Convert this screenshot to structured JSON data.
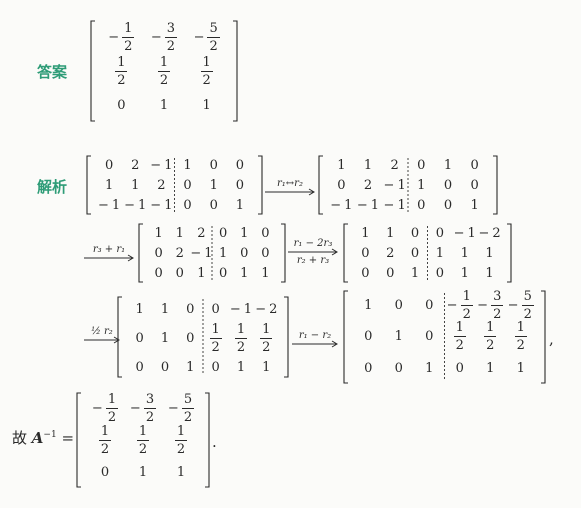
{
  "labels": {
    "answer": "答案",
    "analysis": "解析"
  },
  "conclusion": {
    "prefix": "故 ",
    "symbol": "A",
    "exponent": "−1",
    "equals": " =",
    "period": "."
  },
  "punctuation": {
    "comma": ","
  },
  "answer_matrix": [
    [
      "-1/2",
      "-3/2",
      "-5/2"
    ],
    [
      "1/2",
      "1/2",
      "1/2"
    ],
    [
      "0",
      "1",
      "1"
    ]
  ],
  "steps": [
    {
      "rows": [
        [
          "0",
          "2",
          "-1",
          "1",
          "0",
          "0"
        ],
        [
          "1",
          "1",
          "2",
          "0",
          "1",
          "0"
        ],
        [
          "-1",
          "-1",
          "-1",
          "0",
          "0",
          "1"
        ]
      ]
    },
    {
      "rows": [
        [
          "1",
          "1",
          "2",
          "0",
          "1",
          "0"
        ],
        [
          "0",
          "2",
          "-1",
          "1",
          "0",
          "0"
        ],
        [
          "-1",
          "-1",
          "-1",
          "0",
          "0",
          "1"
        ]
      ]
    },
    {
      "rows": [
        [
          "1",
          "1",
          "2",
          "0",
          "1",
          "0"
        ],
        [
          "0",
          "2",
          "-1",
          "1",
          "0",
          "0"
        ],
        [
          "0",
          "0",
          "1",
          "0",
          "1",
          "1"
        ]
      ]
    },
    {
      "rows": [
        [
          "1",
          "1",
          "0",
          "0",
          "-1",
          "-2"
        ],
        [
          "0",
          "2",
          "0",
          "1",
          "1",
          "1"
        ],
        [
          "0",
          "0",
          "1",
          "0",
          "1",
          "1"
        ]
      ]
    },
    {
      "rows": [
        [
          "1",
          "1",
          "0",
          "0",
          "-1",
          "-2"
        ],
        [
          "0",
          "1",
          "0",
          "1/2",
          "1/2",
          "1/2"
        ],
        [
          "0",
          "0",
          "1",
          "0",
          "1",
          "1"
        ]
      ]
    },
    {
      "rows": [
        [
          "1",
          "0",
          "0",
          "-1/2",
          "-3/2",
          "-5/2"
        ],
        [
          "0",
          "1",
          "0",
          "1/2",
          "1/2",
          "1/2"
        ],
        [
          "0",
          "0",
          "1",
          "0",
          "1",
          "1"
        ]
      ]
    }
  ],
  "operations": [
    {
      "top": "r₁↔r₂",
      "bottom": ""
    },
    {
      "top": "r₃ + r₁",
      "bottom": ""
    },
    {
      "top": "r₁ − 2r₃",
      "bottom": "r₂ + r₃"
    },
    {
      "top": "½ r₂",
      "bottom": ""
    },
    {
      "top": "r₁ − r₂",
      "bottom": ""
    }
  ],
  "final_matrix": [
    [
      "-1/2",
      "-3/2",
      "-5/2"
    ],
    [
      "1/2",
      "1/2",
      "1/2"
    ],
    [
      "0",
      "1",
      "1"
    ]
  ]
}
